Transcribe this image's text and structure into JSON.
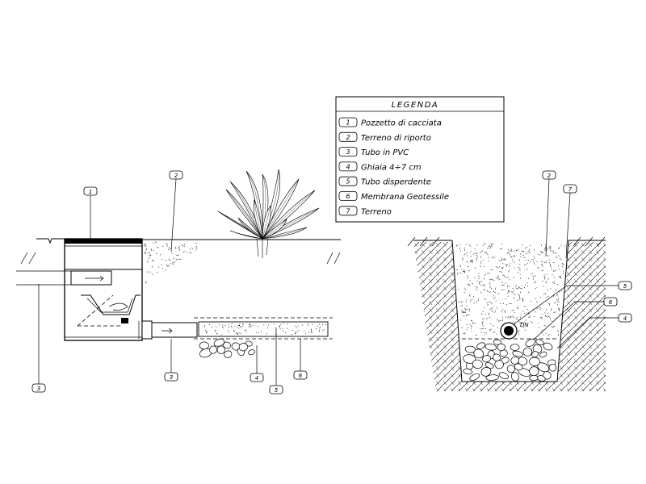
{
  "legend": {
    "title": "LEGENDA",
    "items": [
      {
        "num": "1",
        "text": "Pozzetto di cacciata"
      },
      {
        "num": "2",
        "text": "Terreno di riporto"
      },
      {
        "num": "3",
        "text": "Tubo in PVC"
      },
      {
        "num": "4",
        "text": "Ghiaia 4÷7 cm"
      },
      {
        "num": "5",
        "text": "Tubo disperdente"
      },
      {
        "num": "6",
        "text": "Membrana Geotessile"
      },
      {
        "num": "7",
        "text": "Terreno"
      }
    ]
  },
  "section_left": {
    "tags": {
      "pozzetto": "1",
      "terreno_riporto": "2",
      "tubo_pvc_in": "3",
      "tubo_pvc_out": "3",
      "ghiaia": "4",
      "tubo_disperdente": "5",
      "membrana": "6"
    }
  },
  "section_right": {
    "tags": {
      "terreno_riporto": "2",
      "terreno": "7",
      "tubo_disperdente": "5",
      "membrana": "6",
      "ghiaia": "4"
    },
    "pipe_mark": "DN"
  }
}
